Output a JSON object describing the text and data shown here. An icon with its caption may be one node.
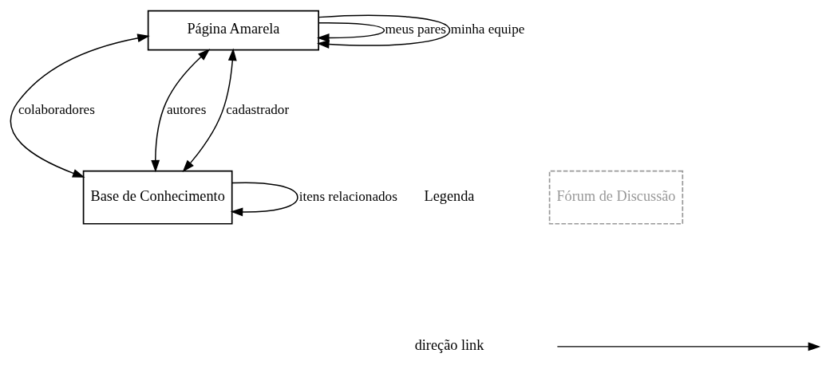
{
  "diagram": {
    "nodes": [
      {
        "text": [
          "Base de Conhecimento"
        ]
      },
      {
        "text": [
          "Fórum de Discussão"
        ]
      },
      {
        "text": [
          "Página Amarela"
        ]
      }
    ],
    "edges": [
      {
        "from": 0,
        "to": 0,
        "arrow": "to",
        "label": "itens relacionados"
      },
      {
        "from": 2,
        "to": 0,
        "arrow": "both",
        "label": "colaboradores"
      },
      {
        "from": 2,
        "to": 0,
        "arrow": "both",
        "label": "autores"
      },
      {
        "from": 2,
        "to": 0,
        "arrow": "both",
        "label": "cadastrador"
      },
      {
        "from": 2,
        "to": 2,
        "arrow": "to",
        "label": "meus pares"
      },
      {
        "from": 2,
        "to": 2,
        "arrow": "to",
        "label": "minha equipe"
      }
    ],
    "labels": [
      "Legenda"
    ],
    "legend": [
      {
        "text": "direção link"
      }
    ]
  }
}
